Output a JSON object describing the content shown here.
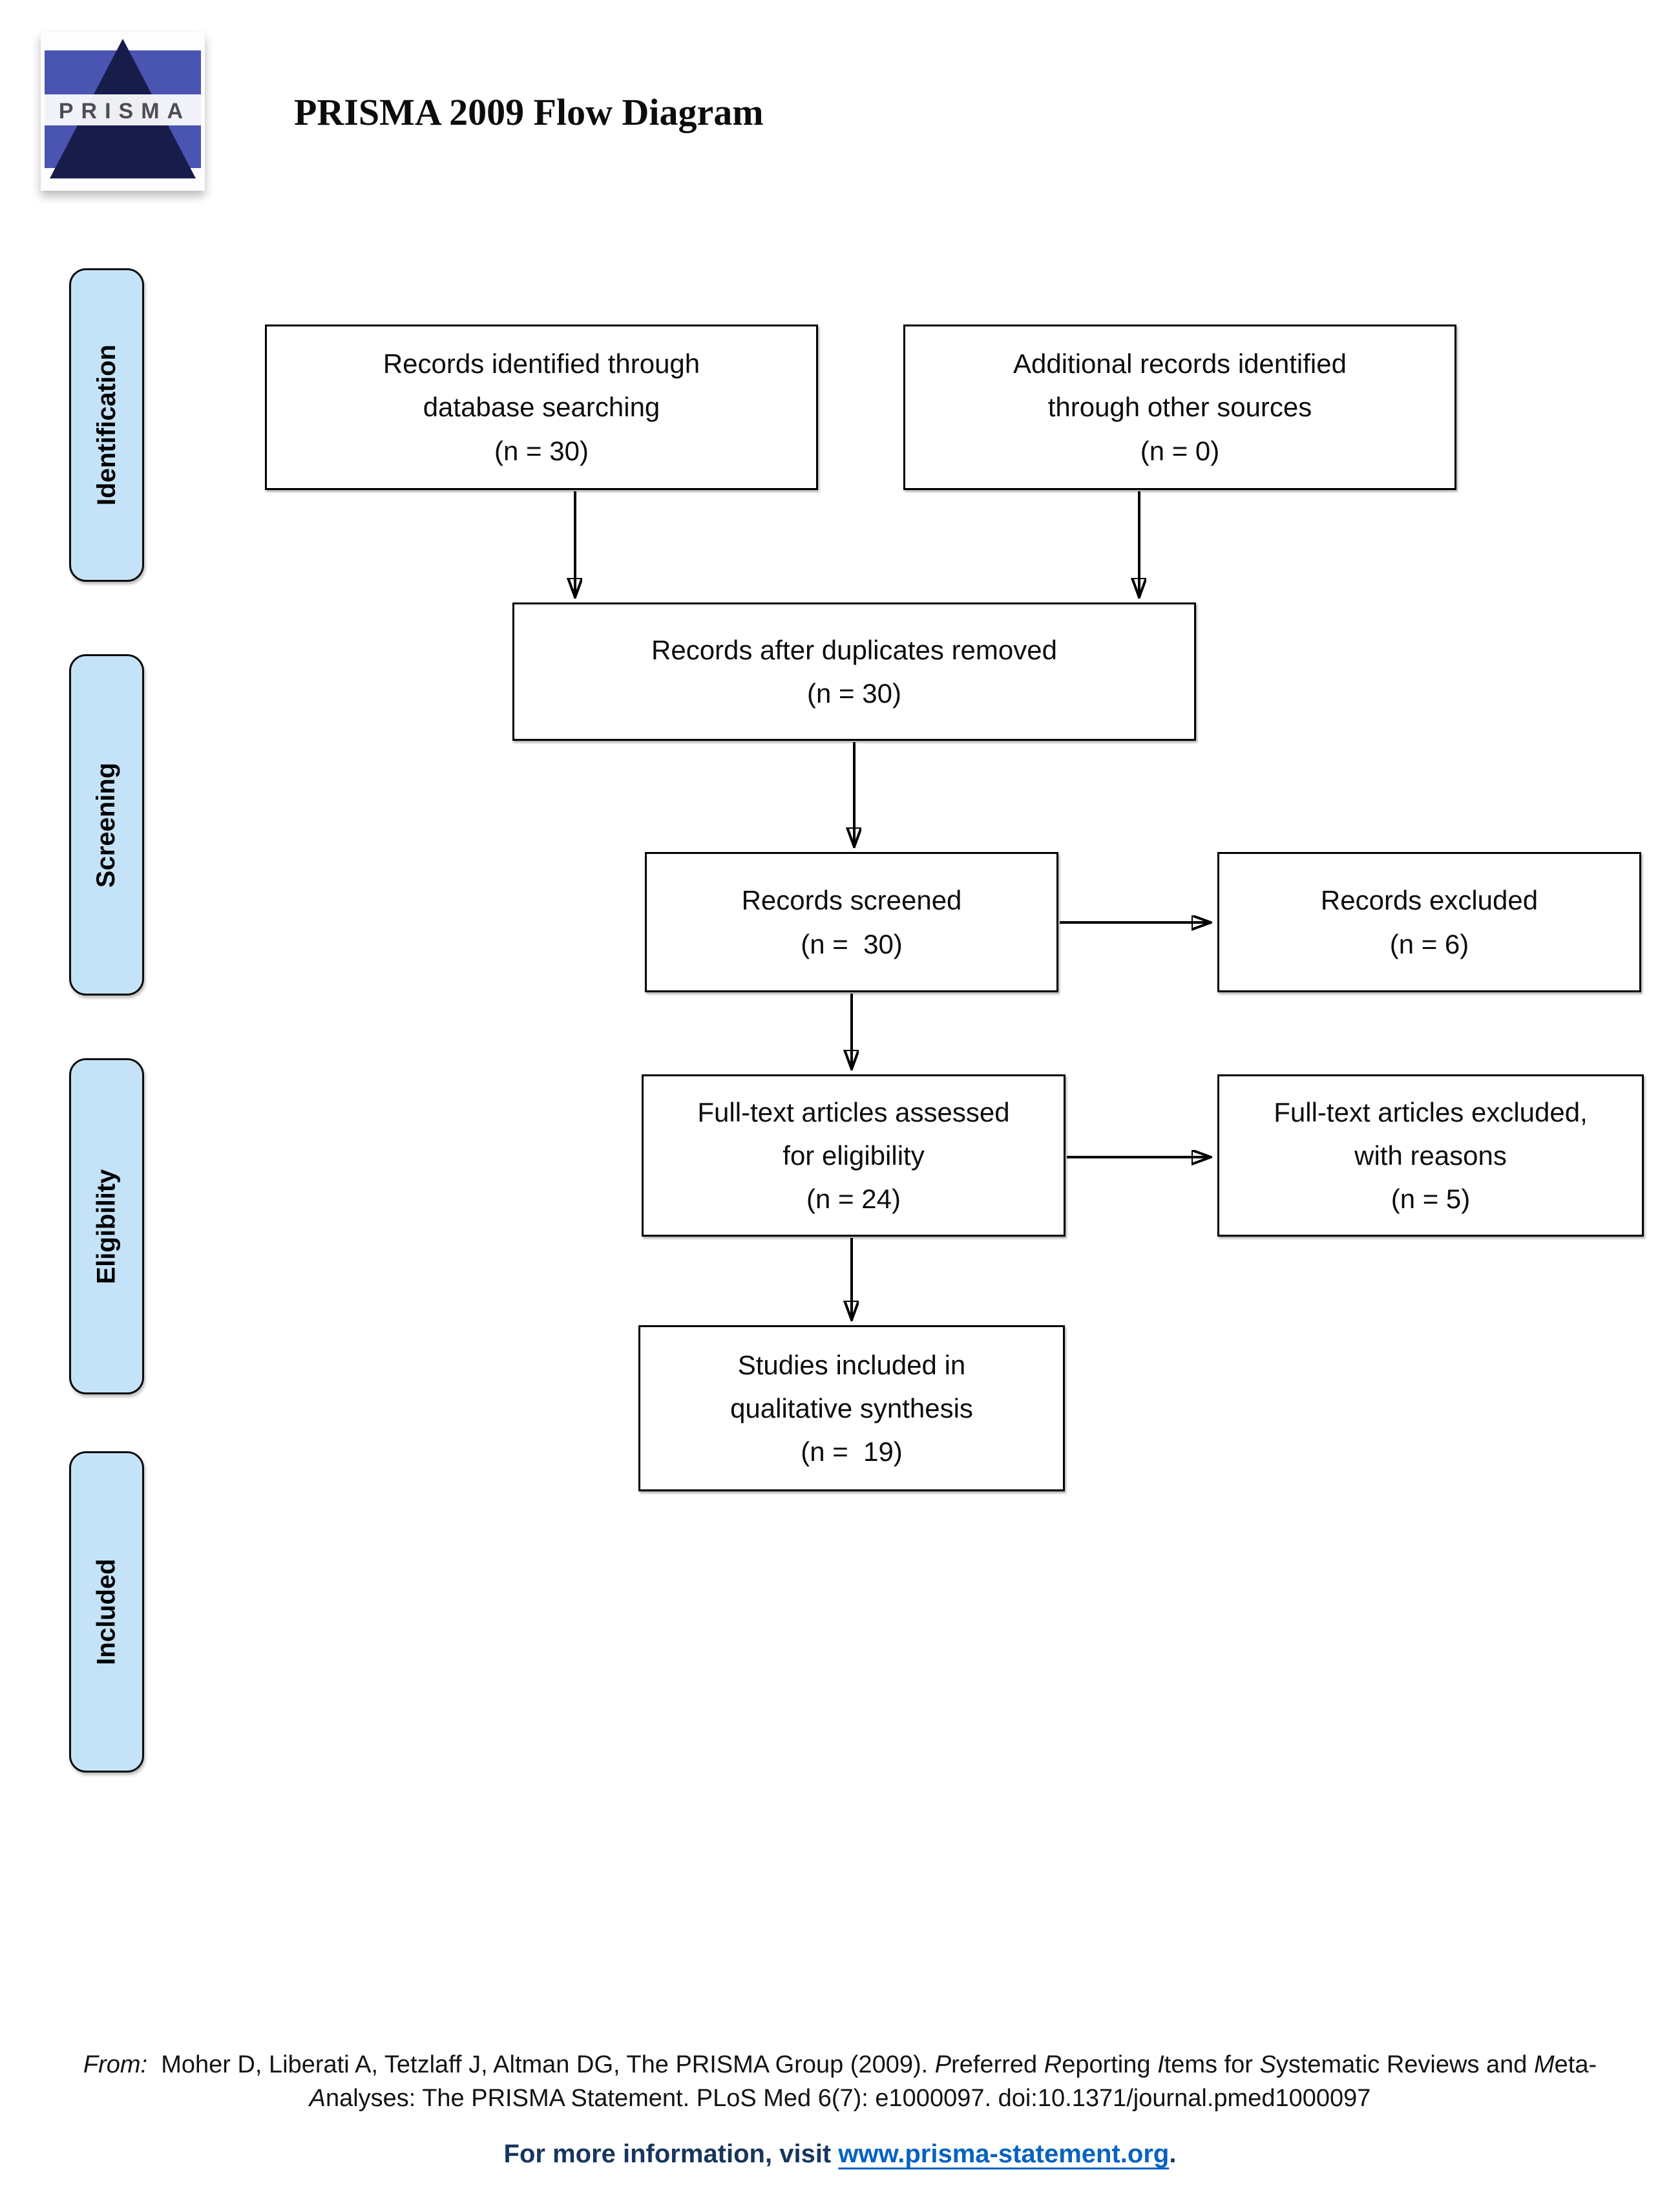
{
  "header": {
    "title": "PRISMA 2009 Flow Diagram",
    "logo_text": "PRISMA"
  },
  "sidebar": {
    "labels": [
      "Identification",
      "Screening",
      "Eligibility",
      "Included"
    ]
  },
  "flow": {
    "identified_db": {
      "lines": [
        "Records identified through",
        "database searching",
        "(n = 30)"
      ]
    },
    "identified_other": {
      "lines": [
        "Additional records identified",
        "through other sources",
        "(n = 0)"
      ]
    },
    "deduplicated": {
      "lines": [
        "Records after duplicates removed",
        "(n = 30)"
      ]
    },
    "screened": {
      "lines": [
        "Records screened",
        "(n =  30)"
      ]
    },
    "excluded": {
      "lines": [
        "Records excluded",
        "(n = 6)"
      ]
    },
    "fulltext_assessed": {
      "lines": [
        "Full-text articles assessed",
        "for eligibility",
        "(n = 24)"
      ]
    },
    "fulltext_excluded": {
      "lines": [
        "Full-text articles excluded,",
        "with reasons",
        "(n = 5)"
      ]
    },
    "qualitative_included": {
      "lines": [
        "Studies included in",
        "qualitative synthesis",
        "(n =  19)"
      ]
    }
  },
  "citation": {
    "segments": [
      {
        "t": "From:",
        "i": true
      },
      {
        "t": "  Moher D, Liberati A, Tetzlaff J, Altman DG, The PRISMA Group (2009). ",
        "i": false
      },
      {
        "t": "P",
        "i": true
      },
      {
        "t": "referred ",
        "i": false
      },
      {
        "t": "R",
        "i": true
      },
      {
        "t": "eporting ",
        "i": false
      },
      {
        "t": "I",
        "i": true
      },
      {
        "t": "tems for ",
        "i": false
      },
      {
        "t": "S",
        "i": true
      },
      {
        "t": "ystematic Reviews and ",
        "i": false
      },
      {
        "t": "M",
        "i": true
      },
      {
        "t": "eta-",
        "i": false
      },
      {
        "br": true
      },
      {
        "t": "A",
        "i": true
      },
      {
        "t": "nalyses: The PRISMA Statement. PLoS Med 6(7): e1000097. doi:10.1371/journal.pmed1000097",
        "i": false
      }
    ]
  },
  "footer": {
    "text": "For more information, visit ",
    "link": "www.prisma-statement.org",
    "suffix": "."
  },
  "colors": {
    "sidebar_fill": "#c5e3f8",
    "footer_text": "#17365d",
    "link": "#0563c1",
    "logo_blue": "#4a55b2",
    "logo_pyramid": "#181c4a"
  }
}
